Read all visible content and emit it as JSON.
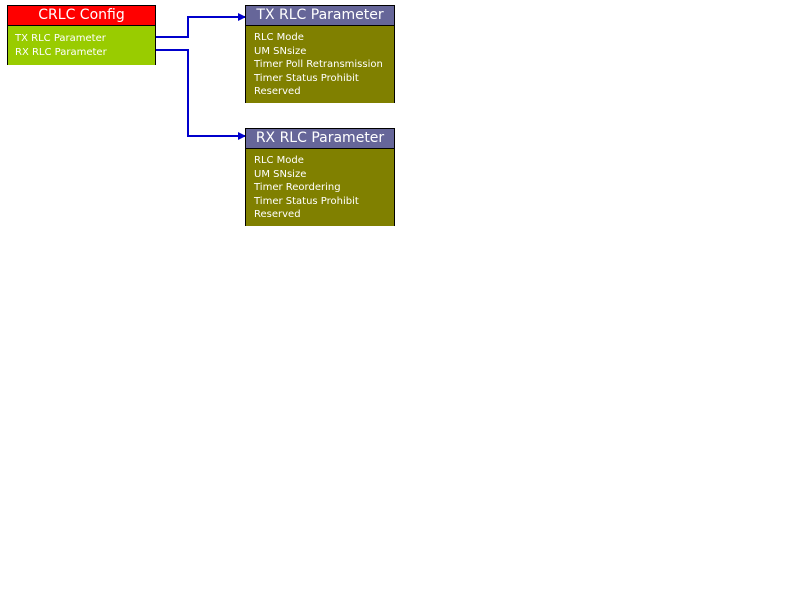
{
  "colors": {
    "root_header": "#ff0000",
    "root_body": "#99cc00",
    "child_header": "#666699",
    "child_body": "#808000",
    "connector": "#0000cc"
  },
  "crlc": {
    "title": "CRLC Config",
    "fields": [
      "TX RLC Parameter",
      "RX RLC Parameter"
    ]
  },
  "tx": {
    "title": "TX RLC Parameter",
    "fields": [
      "RLC Mode",
      "UM SNsize",
      "Timer Poll Retransmission",
      "Timer Status Prohibit",
      "Reserved"
    ]
  },
  "rx": {
    "title": "RX RLC Parameter",
    "fields": [
      "RLC Mode",
      "UM SNsize",
      "Timer Reordering",
      "Timer Status Prohibit",
      "Reserved"
    ]
  }
}
